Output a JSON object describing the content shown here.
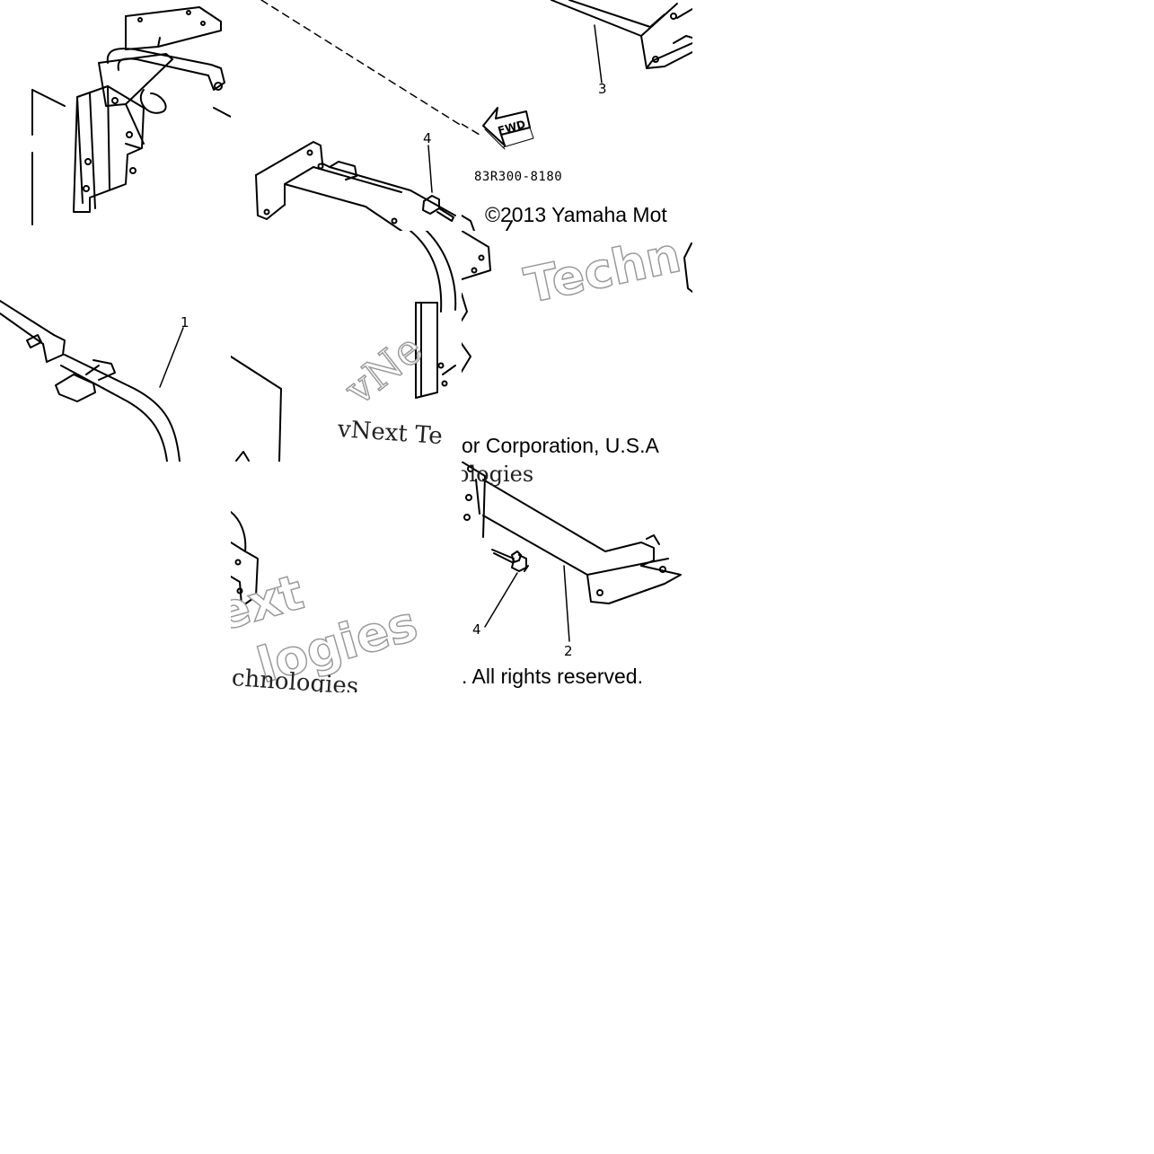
{
  "diagram": {
    "callouts": [
      "1",
      "2",
      "3",
      "4",
      "4"
    ],
    "part_number": "83R300-8180",
    "direction_arrow": "FWD",
    "copyright_top": "©2013 Yamaha Mot",
    "copyright_mid": "vNext Te",
    "copyright_mid_tail": "or Corporation, U.S.A",
    "copyright_bottom": ". All rights reserved.",
    "watermark": {
      "techn": "Techn",
      "technologies_fragment": "chnologies",
      "ext": "ext",
      "logies": "logies",
      "ologies": "ologies",
      "vnext": "vNe"
    }
  }
}
